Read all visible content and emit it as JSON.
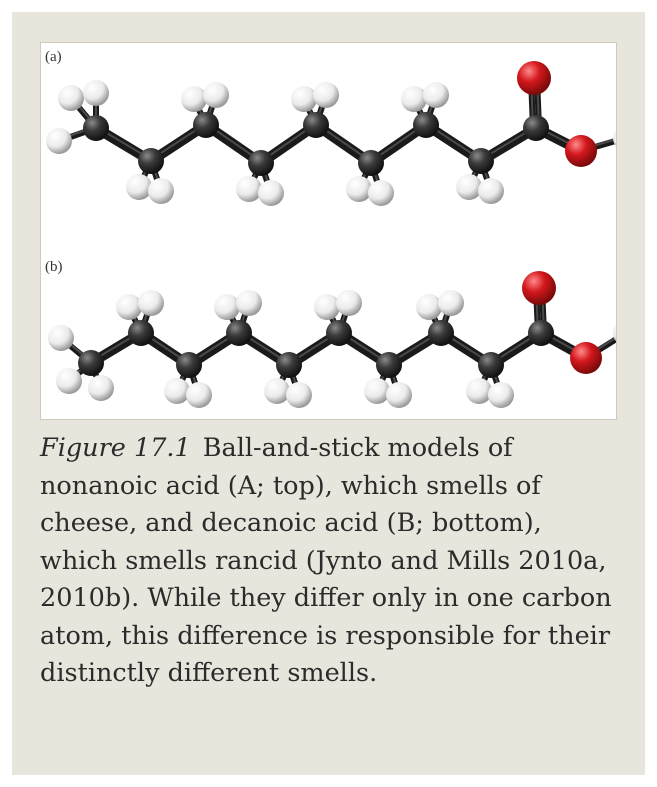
{
  "figure": {
    "panel_a_label": "(a)",
    "panel_b_label": "(b)",
    "caption_label": "Figure 17.1",
    "caption_text": "Ball-and-stick models of nonanoic acid (A; top), which smells of cheese, and decanoic acid (B; bottom), which smells rancid (Jynto and Mills 2010a, 2010b). While they differ only in one carbon atom, this difference is responsible for their distinctly different smells."
  },
  "colors": {
    "background": "#e8e5dc",
    "carbon": "#2b2b2b",
    "hydrogen": "#f2f2f2",
    "oxygen": "#d4181d"
  }
}
